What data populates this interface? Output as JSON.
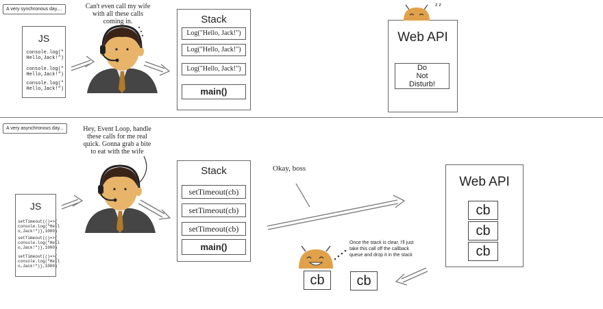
{
  "top": {
    "caption": "A very synchronous day....",
    "js_title": "JS",
    "js_code": [
      "console.log(\"\nHello,Jack!\")",
      "console.log(\"\nHello,Jack!\")",
      "console.log(\"\nHello,Jack!\")"
    ],
    "speech": [
      "Can't even call my wife",
      "with all these calls",
      "coming in."
    ],
    "stack_title": "Stack",
    "stack_items": [
      "Log(\"Hello, Jack!\")",
      "Log(\"Hello, Jack!\")",
      "Log(\"Hello, Jack!\")"
    ],
    "stack_main": "main()",
    "webapi_title": "Web API",
    "dnd_lines": [
      "Do",
      "Not",
      "Disturb!"
    ],
    "zz": "z z"
  },
  "bottom": {
    "caption": "A very asynchronous day...",
    "js_title": "JS",
    "js_code": [
      "setTimeout(()=>{\nconsole.log(\"Hell\no,Jack!\")},1000)",
      "setTimeout(()=>{\nconsole.log(\"Hell\no,Jack!\")},1000)",
      "setTimeout(()=>{\nconsole.log(\"Hell\no,Jack!\")},1000)"
    ],
    "speech": [
      "Hey, Event Loop, handle",
      "these calls for me real",
      "quick. Gonna grab a bite",
      "to eat with the wife"
    ],
    "stack_title": "Stack",
    "stack_items": [
      "setTimeout(cb)",
      "setTimeout(cb)",
      "setTimeout(cb)"
    ],
    "stack_main": "main()",
    "okay": "Okay, boss",
    "webapi_title": "Web API",
    "webapi_cbs": [
      "cb",
      "cb",
      "cb"
    ],
    "queue_note": [
      "Once the stack is clear, I'll just",
      "take this call off the callback",
      "queue and drop it in the stack"
    ],
    "robot_cb": "cb",
    "queue_cb": "cb"
  },
  "colors": {
    "skin": "#e8b46a",
    "hair": "#3a2418",
    "suit": "#454545",
    "shirt": "#e8e8e8",
    "tie": "#b07a2a",
    "robot": "#e0a14a"
  }
}
